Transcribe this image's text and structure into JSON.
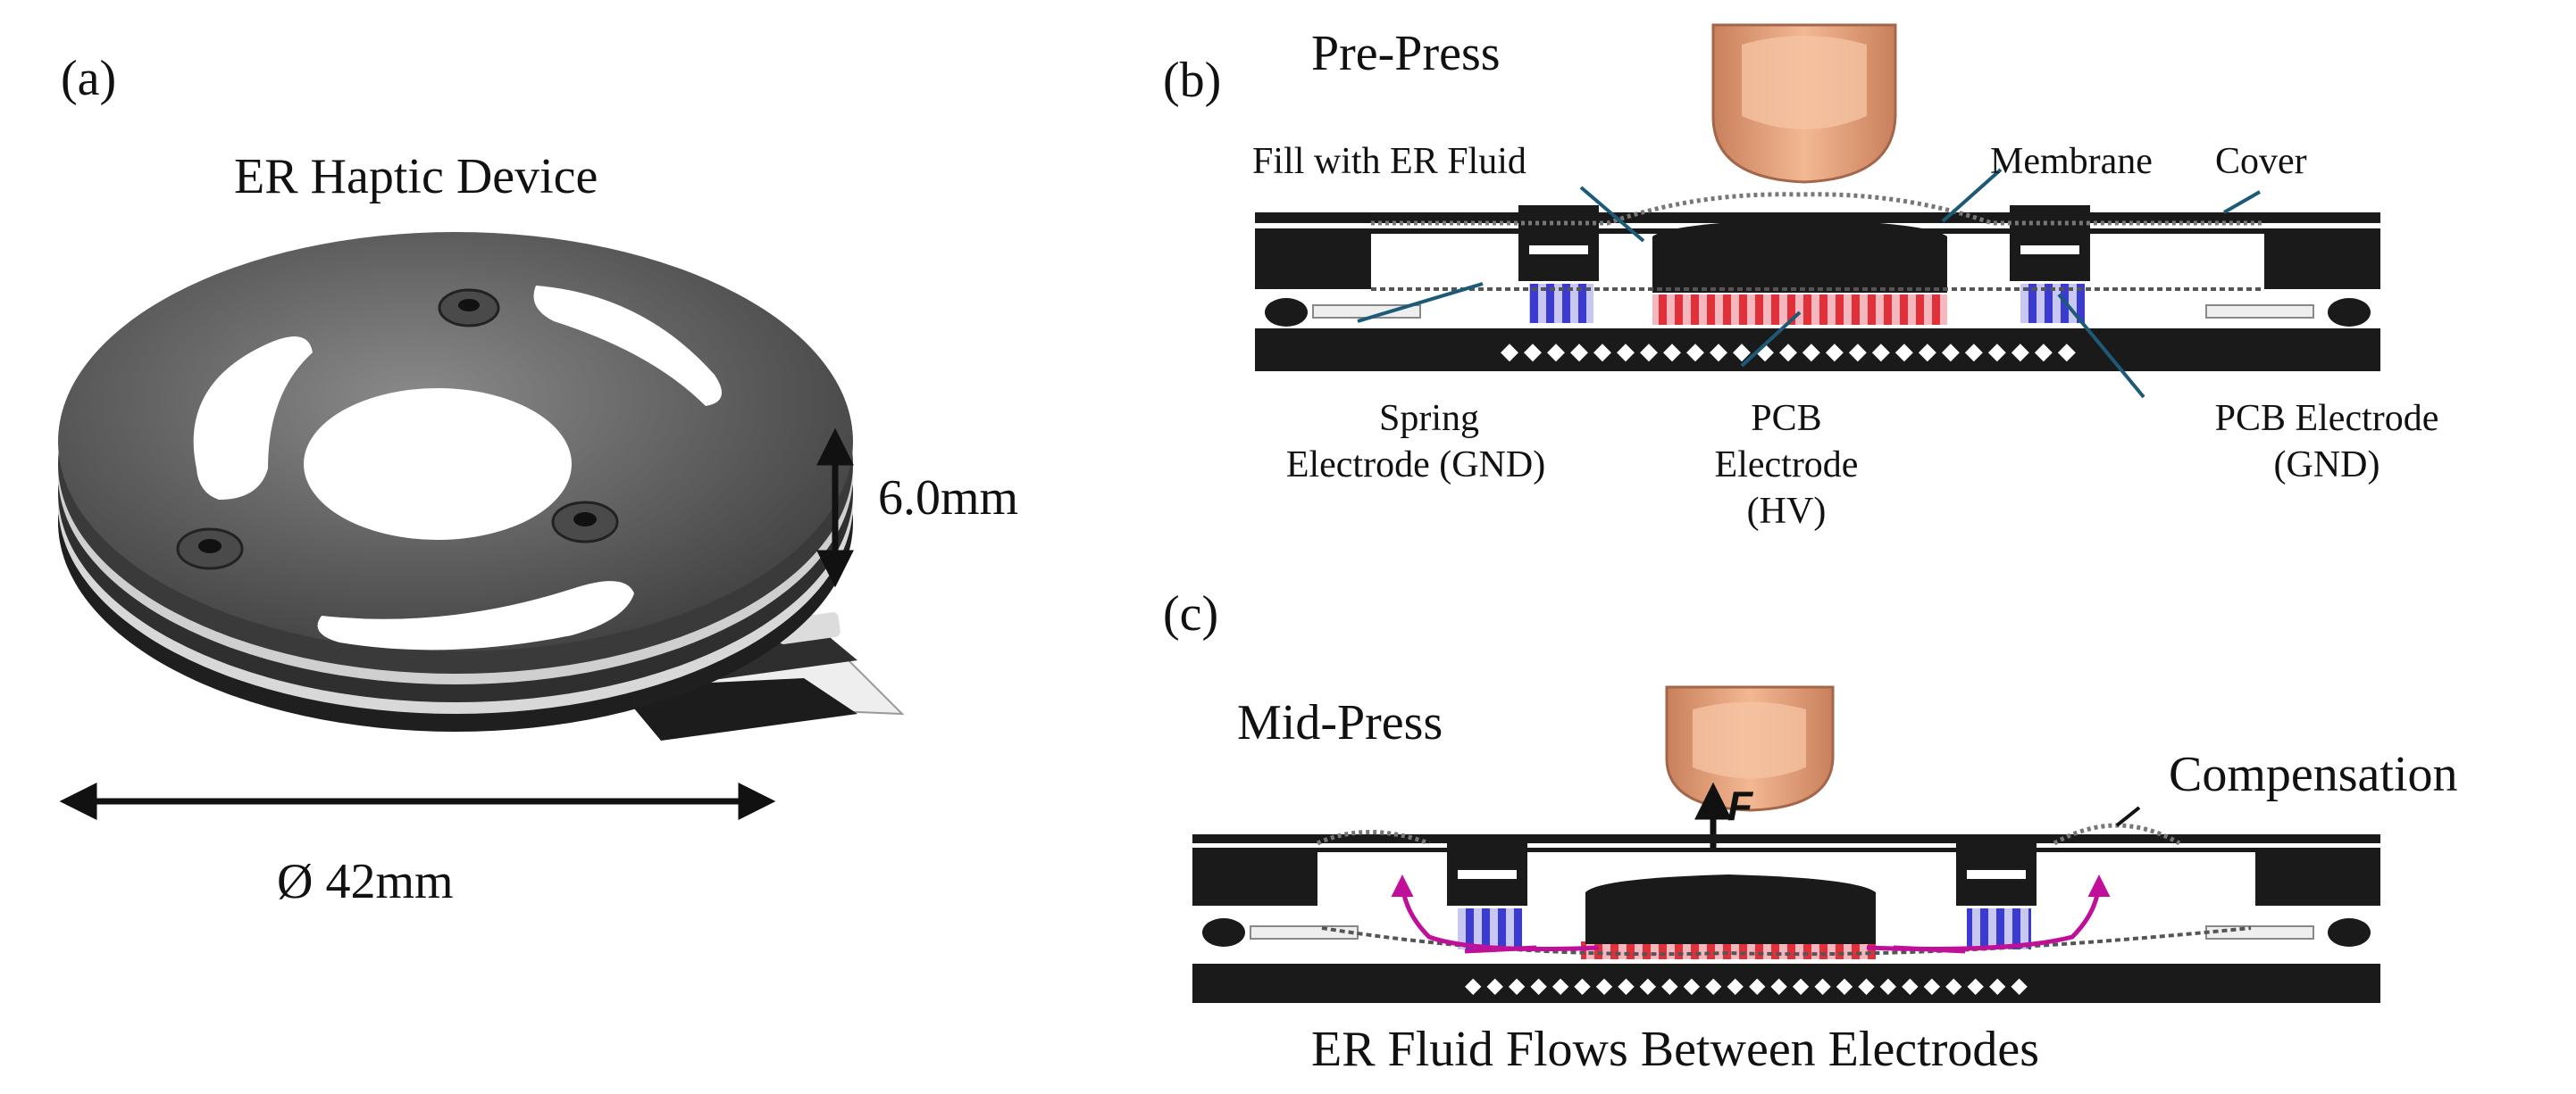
{
  "panels": {
    "a": {
      "tag": "(a)",
      "title": "ER Haptic Device",
      "height_label": "6.0mm",
      "diameter_label": "Ø 42mm"
    },
    "b": {
      "tag": "(b)",
      "state": "Pre-Press",
      "labels": {
        "fill": "Fill with  ER Fluid",
        "membrane": "Membrane",
        "cover": "Cover",
        "spring_1": "Spring",
        "spring_2": "Electrode (GND)",
        "pcb_hv_1": "PCB",
        "pcb_hv_2": "Electrode",
        "pcb_hv_3": "(HV)",
        "pcb_gnd_1": "PCB Electrode",
        "pcb_gnd_2": "(GND)"
      }
    },
    "c": {
      "tag": "(c)",
      "state": "Mid-Press",
      "force": "F",
      "compensation": "Compensation",
      "caption": "ER Fluid Flows Between Electrodes"
    }
  },
  "colors": {
    "hv_electrode": "#e0303a",
    "gnd_electrode": "#3b3bd0",
    "flow_arrow": "#c0109a",
    "finger": "#e8a27d",
    "device_metal": "#555555"
  }
}
